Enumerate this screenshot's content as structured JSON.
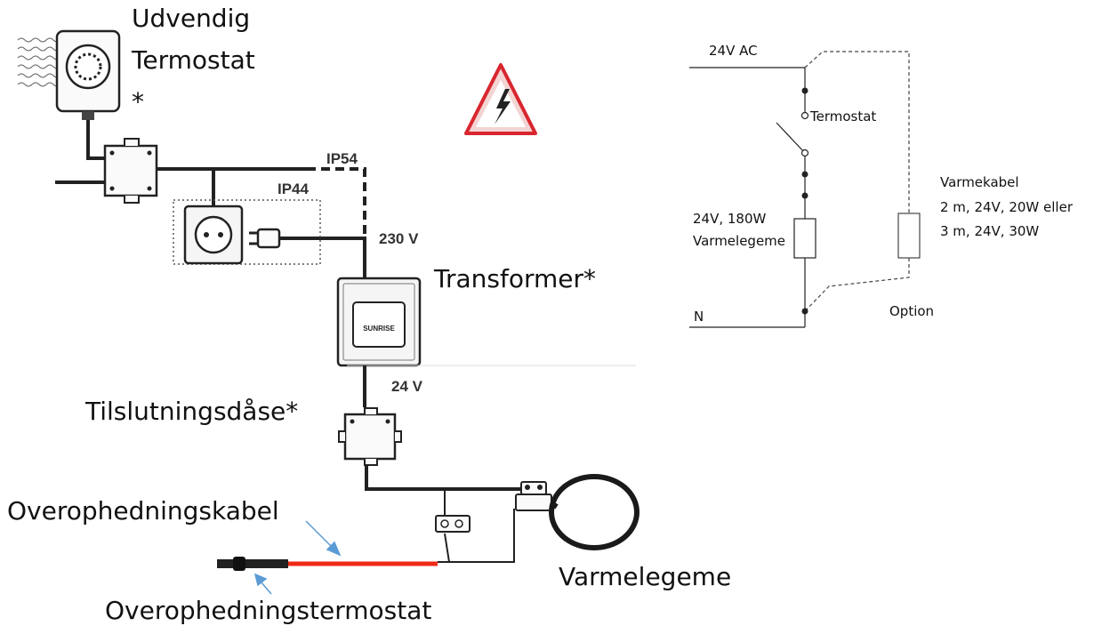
{
  "left_diagram": {
    "labels": {
      "outdoor_thermostat_line1": "Udvendig",
      "outdoor_thermostat_line2": "Termostat",
      "outdoor_thermostat_star": "*",
      "transformer": "Transformer*",
      "junction_box": "Tilslutningsdåse*",
      "overheat_cable": "Overophedningskabel",
      "overheat_thermostat": "Overophedningstermostat",
      "heater": "Varmelegeme",
      "ip54": "IP54",
      "ip44": "IP44",
      "v230": "230 V",
      "v24": "24 V",
      "transformer_brand": "SUNRISE"
    },
    "colors": {
      "overheat_cable": "#ee2a17",
      "arrow": "#5b9bd5",
      "warning_border": "#d8262f"
    }
  },
  "schematic": {
    "labels": {
      "supply": "24V AC",
      "neutral": "N",
      "thermostat": "Termostat",
      "heater_rating": "24V, 180W",
      "heater_name": "Varmelegeme",
      "cable_title": "Varmekabel",
      "cable_option1": "2 m, 24V, 20W eller",
      "cable_option2": "3 m, 24V, 30W",
      "option": "Option"
    }
  }
}
